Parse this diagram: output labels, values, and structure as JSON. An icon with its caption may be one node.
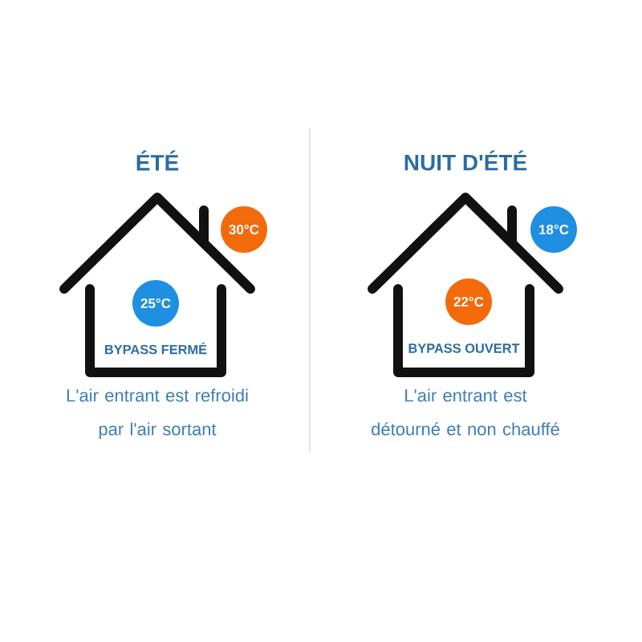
{
  "diagram": {
    "nodes": [
      {
        "text": [
          "ÉTÉ",
          "BYPASS FERMÉ"
        ],
        "beside": [
          "L'air entrant est refroidi par l'air sortant"
        ]
      },
      {
        "text": [
          "30°C"
        ]
      },
      {
        "text": [
          "25°C"
        ],
        "in": 0
      },
      {
        "text": [
          "NUIT D'ÉTÉ",
          "BYPASS OUVERT"
        ],
        "beside": [
          "L'air entrant est détourné et non chauffé"
        ]
      },
      {
        "text": [
          "18°C"
        ]
      },
      {
        "text": [
          "22°C"
        ],
        "in": 3
      }
    ]
  }
}
